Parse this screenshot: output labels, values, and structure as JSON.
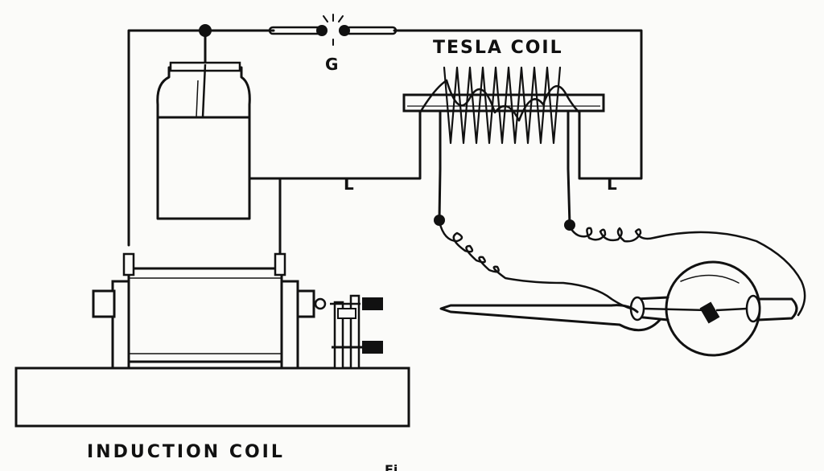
{
  "labels": {
    "tesla_coil": "TESLA COIL",
    "induction_coil": "INDUCTION COIL",
    "gap": "G",
    "lead_left": "L",
    "lead_right": "L",
    "figure_mark": "Fi"
  },
  "colors": {
    "ink": "#111111",
    "paper": "#fbfbf9"
  }
}
